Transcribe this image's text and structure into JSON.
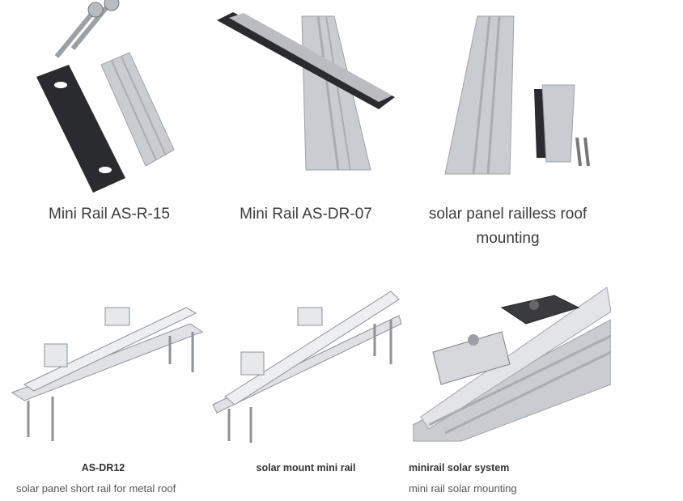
{
  "products_top": [
    {
      "title": "Mini Rail AS-R-15",
      "image_icon": "mini-rail-with-screws-and-gasket-image"
    },
    {
      "title": "Mini Rail AS-DR-07",
      "image_icon": "mini-rail-with-rubber-pad-image"
    },
    {
      "title": "solar panel railless roof mounting",
      "image_icon": "railless-roof-mount-image"
    }
  ],
  "products_bottom": [
    {
      "name": "AS-DR12",
      "subtitle": "solar panel short rail for metal roof",
      "image_icon": "short-rail-assembly-image"
    },
    {
      "name": "solar mount mini rail",
      "subtitle": "",
      "image_icon": "mini-rail-assembly-image"
    },
    {
      "name": "minirail solar system",
      "subtitle": "mini rail solar mounting",
      "image_icon": "minirail-closeup-image"
    }
  ],
  "colors": {
    "aluminum": "#c9ccd0",
    "rubber": "#2a2b2e",
    "title": "#3b3b3b"
  }
}
